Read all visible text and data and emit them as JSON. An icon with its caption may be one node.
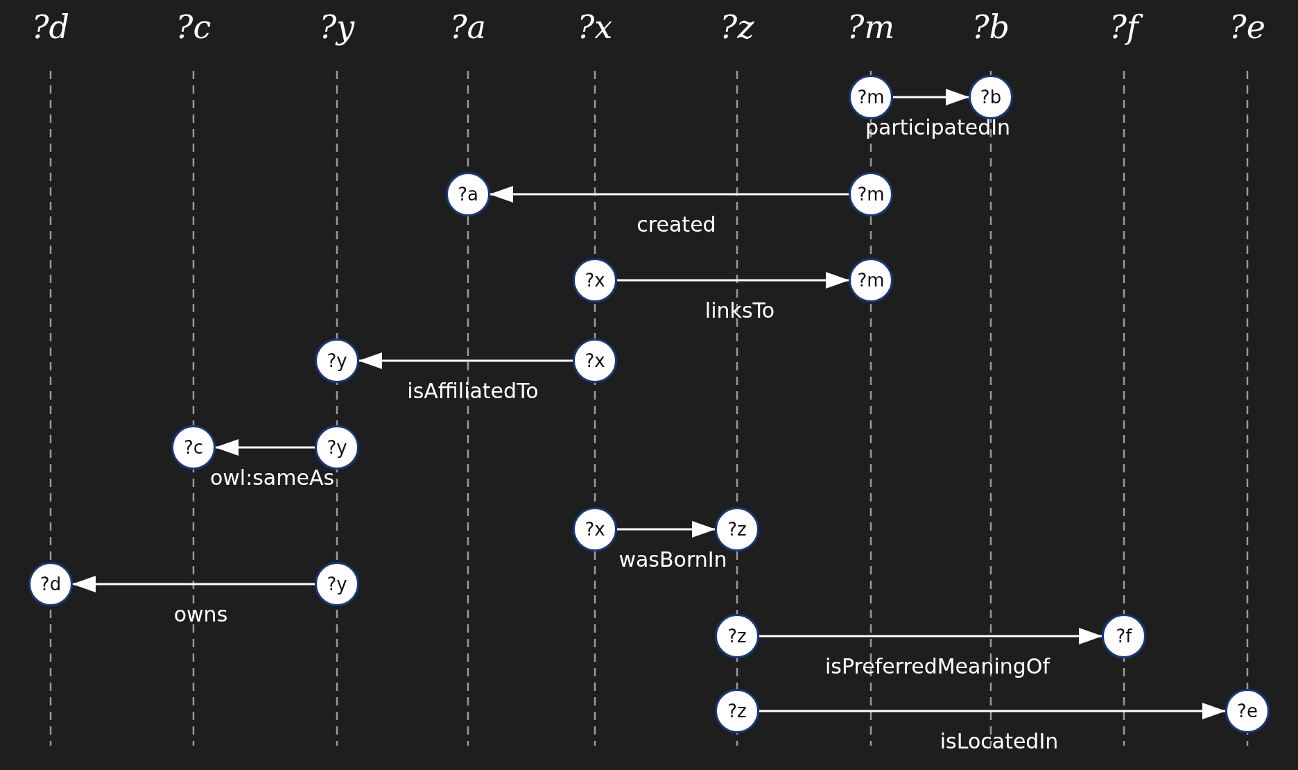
{
  "diagram": {
    "nodes": [
      {
        "text": [
          "?m"
        ]
      },
      {
        "text": [
          "?b"
        ]
      },
      {
        "text": [
          "?a"
        ]
      },
      {
        "text": [
          "?m"
        ]
      },
      {
        "text": [
          "?x"
        ]
      },
      {
        "text": [
          "?m"
        ]
      },
      {
        "text": [
          "?y"
        ]
      },
      {
        "text": [
          "?x"
        ]
      },
      {
        "text": [
          "?c"
        ]
      },
      {
        "text": [
          "?y"
        ]
      },
      {
        "text": [
          "?x"
        ]
      },
      {
        "text": [
          "?z"
        ]
      },
      {
        "text": [
          "?d"
        ]
      },
      {
        "text": [
          "?y"
        ]
      },
      {
        "text": [
          "?z"
        ]
      },
      {
        "text": [
          "?f"
        ]
      },
      {
        "text": [
          "?z"
        ]
      },
      {
        "text": [
          "?e"
        ]
      }
    ],
    "edges": [
      {
        "from": 0,
        "to": 1,
        "arrow": "to",
        "label": "participatedIn"
      },
      {
        "from": 3,
        "to": 2,
        "arrow": "to",
        "label": "created"
      },
      {
        "from": 4,
        "to": 5,
        "arrow": "to",
        "label": "linksTo"
      },
      {
        "from": 7,
        "to": 6,
        "arrow": "to",
        "label": "isAffiliatedTo"
      },
      {
        "from": 9,
        "to": 8,
        "arrow": "to",
        "label": "owl:sameAs"
      },
      {
        "from": 10,
        "to": 11,
        "arrow": "to",
        "label": "wasBornIn"
      },
      {
        "from": 13,
        "to": 12,
        "arrow": "to",
        "label": "owns"
      },
      {
        "from": 14,
        "to": 15,
        "arrow": "to",
        "label": "isPreferredMeaningOf"
      },
      {
        "from": 16,
        "to": 17,
        "arrow": "to",
        "label": "isLocatedIn"
      }
    ],
    "labels": [
      "?d",
      "?c",
      "?y",
      "?a",
      "?x",
      "?z",
      "?m",
      "?b",
      "?f",
      "?e"
    ]
  }
}
